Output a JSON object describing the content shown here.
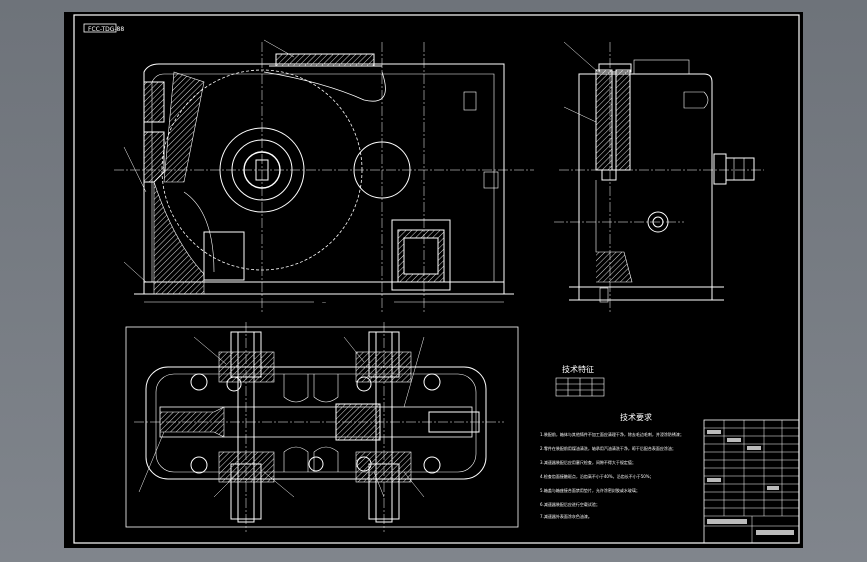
{
  "drawing": {
    "code": "FCC-TDG-88",
    "spec_title": "技术特征",
    "req_title": "技术要求",
    "requirements": [
      "1.装配前，箱体与其他铸件不加工面应清理干净，除去毛边毛刺，并浸涂防锈漆；",
      "2.零件在装配前用煤油清洗，轴承用汽油清洗干净，晾干后配合表面应涂油；",
      "3.减速器装配后应用塞尺检查，间隙不得大于规定值；",
      "4.检查齿面接触斑点，沿齿高不小于40%，沿齿长不小于50%；",
      "5.箱盖与箱座接合面禁用垫片，允许涂密封胶或水玻璃；",
      "6.减速器装配后应进行空载试验；",
      "7.减速器外表面涂灰色油漆。"
    ]
  },
  "colors": {
    "line": "#ffffff",
    "center": "#ffffff",
    "hatch": "#cfcfcf",
    "frame": "#ffffff"
  }
}
